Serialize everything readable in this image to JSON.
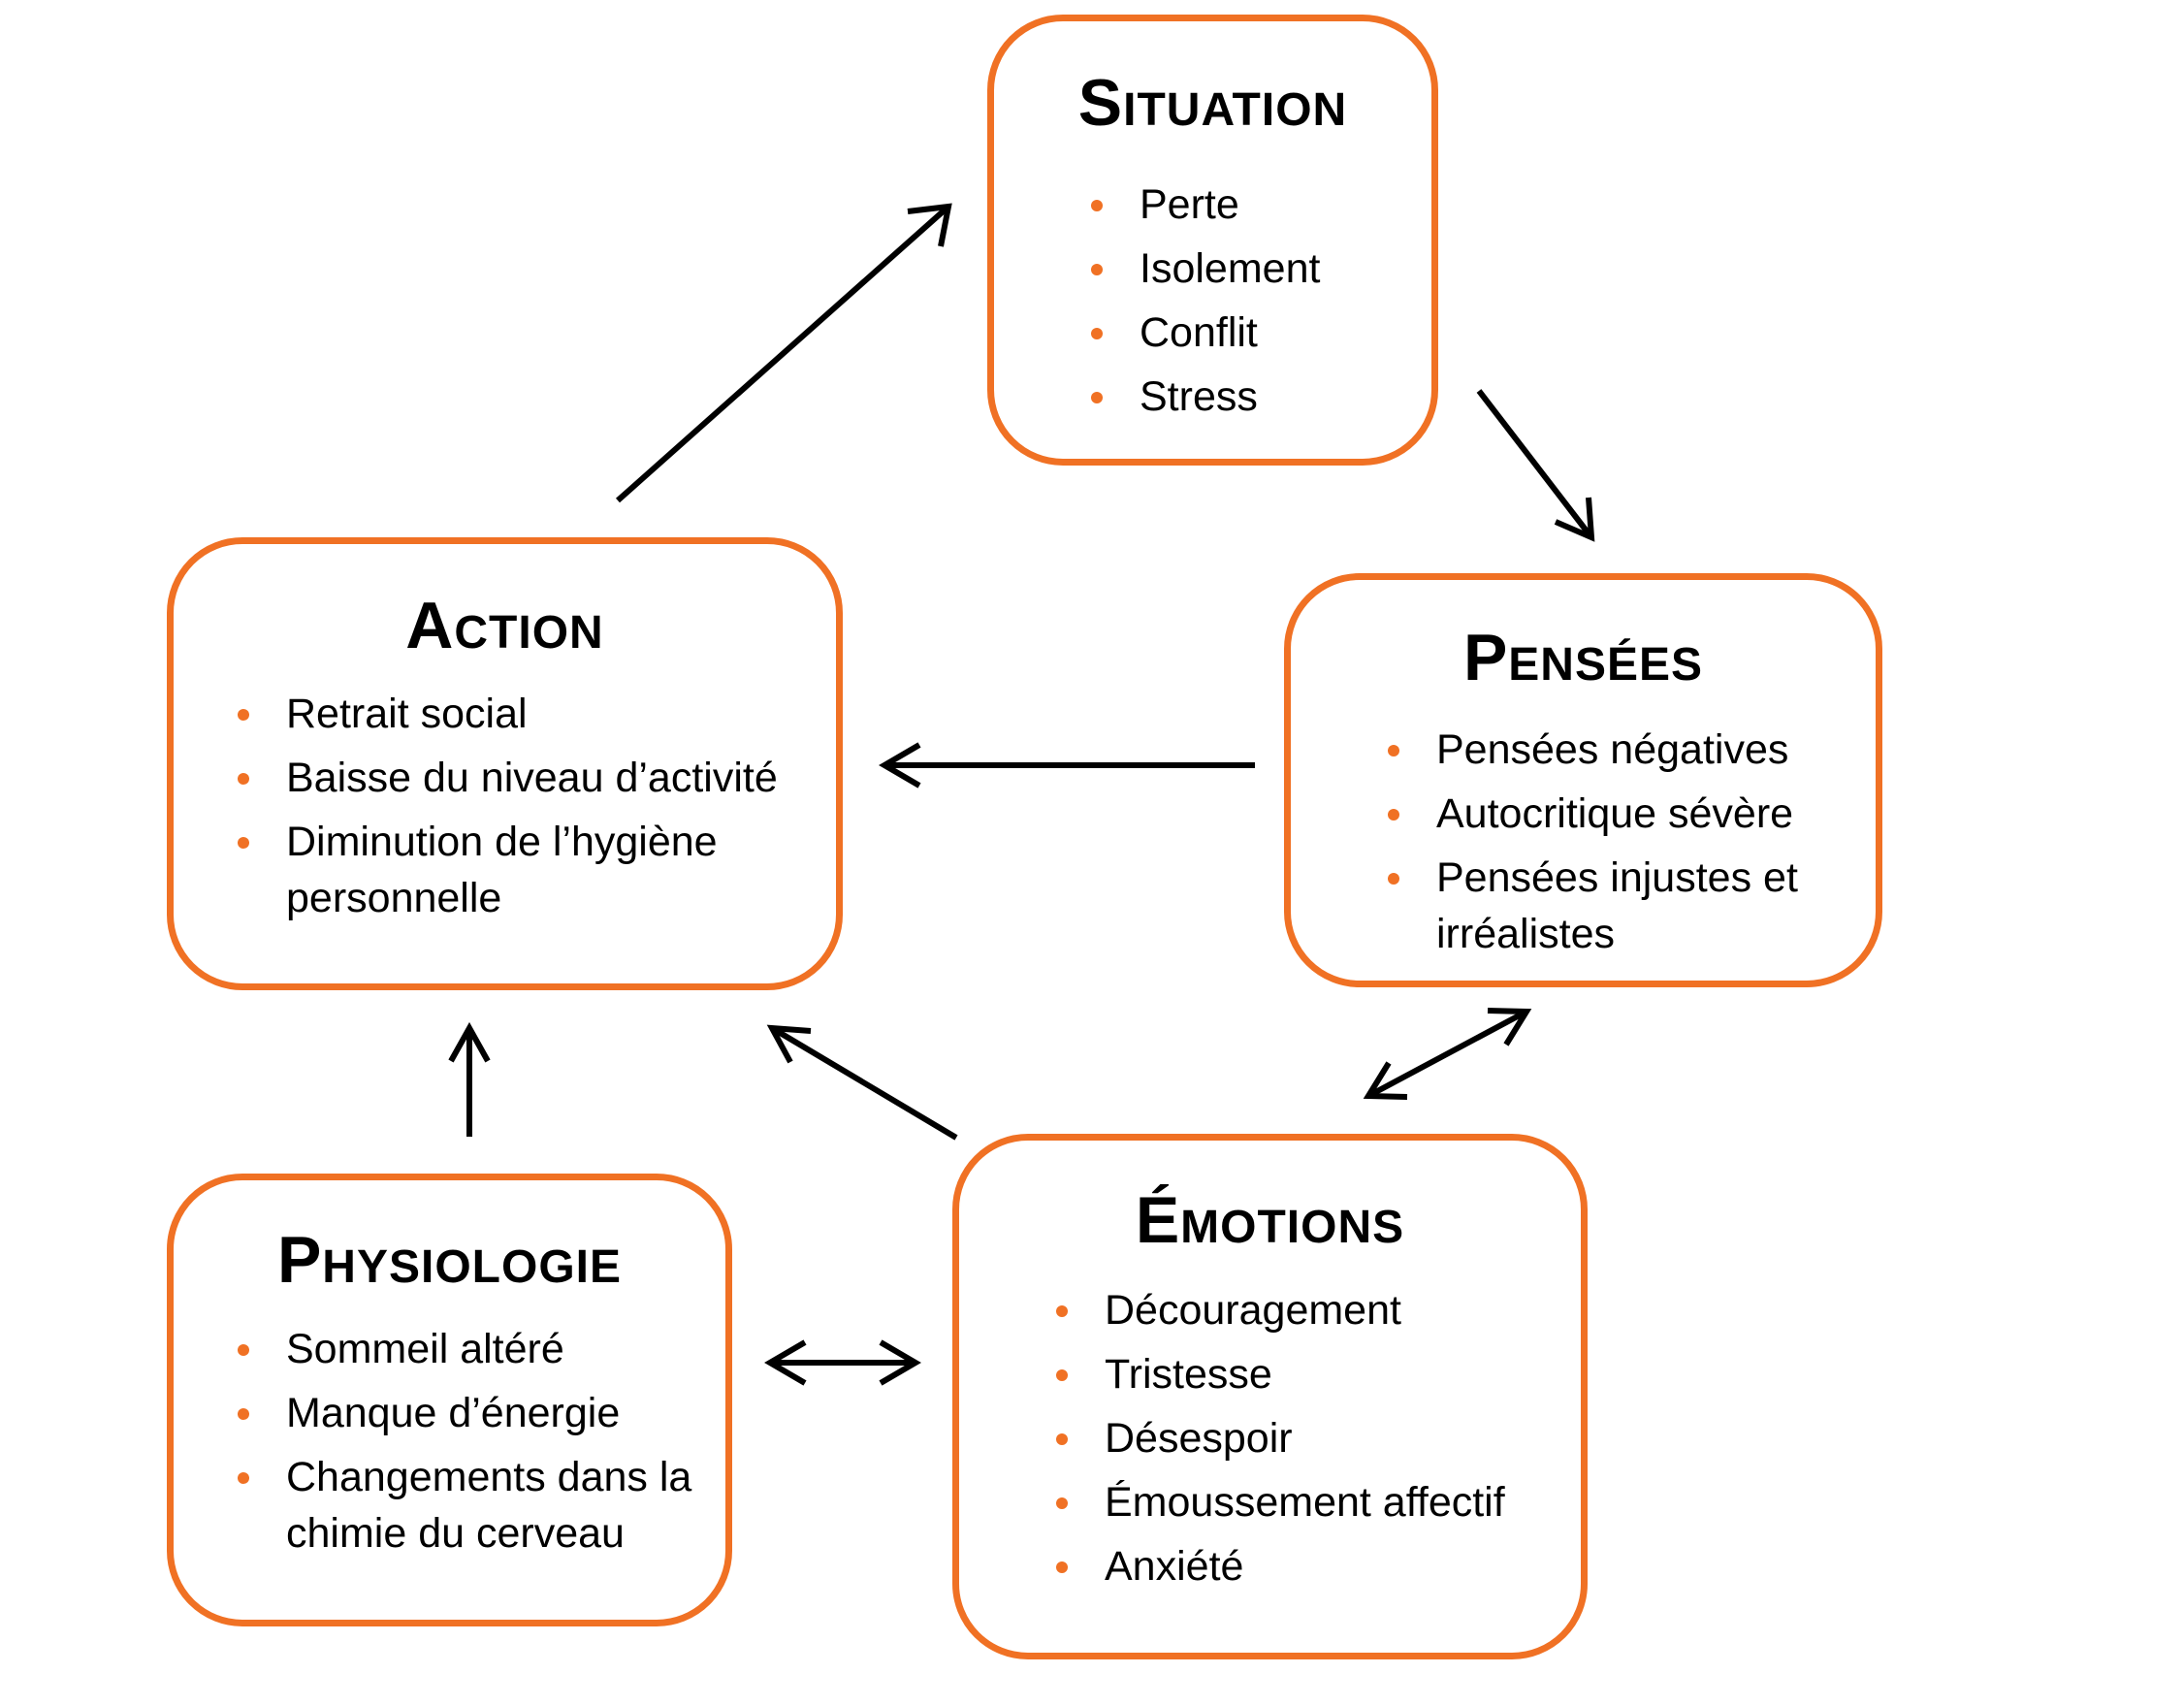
{
  "accent_color": "#f07124",
  "arrow_color": "#000000",
  "boxes": {
    "situation": {
      "title": "Situation",
      "items": [
        "Perte",
        "Isolement",
        "Conflit",
        "Stress"
      ]
    },
    "pensees": {
      "title": "Pensées",
      "items": [
        "Pensées négatives",
        "Autocritique sévère",
        "Pensées injustes et irréalistes"
      ]
    },
    "action": {
      "title": "Action",
      "items": [
        "Retrait social",
        "Baisse du niveau d’activité",
        "Diminution de l’hygiène personnelle"
      ]
    },
    "physiologie": {
      "title": "Physiologie",
      "items": [
        "Sommeil altéré",
        "Manque d’énergie",
        "Changements dans la chimie du cerveau"
      ]
    },
    "emotions": {
      "title": "Émotions",
      "items": [
        "Découragement",
        "Tristesse",
        "Désespoir",
        "Émoussement affectif",
        "Anxiété"
      ]
    }
  },
  "connections": [
    {
      "from": "action",
      "to": "situation",
      "direction": "forward"
    },
    {
      "from": "situation",
      "to": "pensees",
      "direction": "forward"
    },
    {
      "from": "pensees",
      "to": "action",
      "direction": "forward"
    },
    {
      "from": "pensees",
      "to": "emotions",
      "direction": "both"
    },
    {
      "from": "emotions",
      "to": "action",
      "direction": "forward"
    },
    {
      "from": "physiologie",
      "to": "action",
      "direction": "forward"
    },
    {
      "from": "physiologie",
      "to": "emotions",
      "direction": "both"
    }
  ]
}
